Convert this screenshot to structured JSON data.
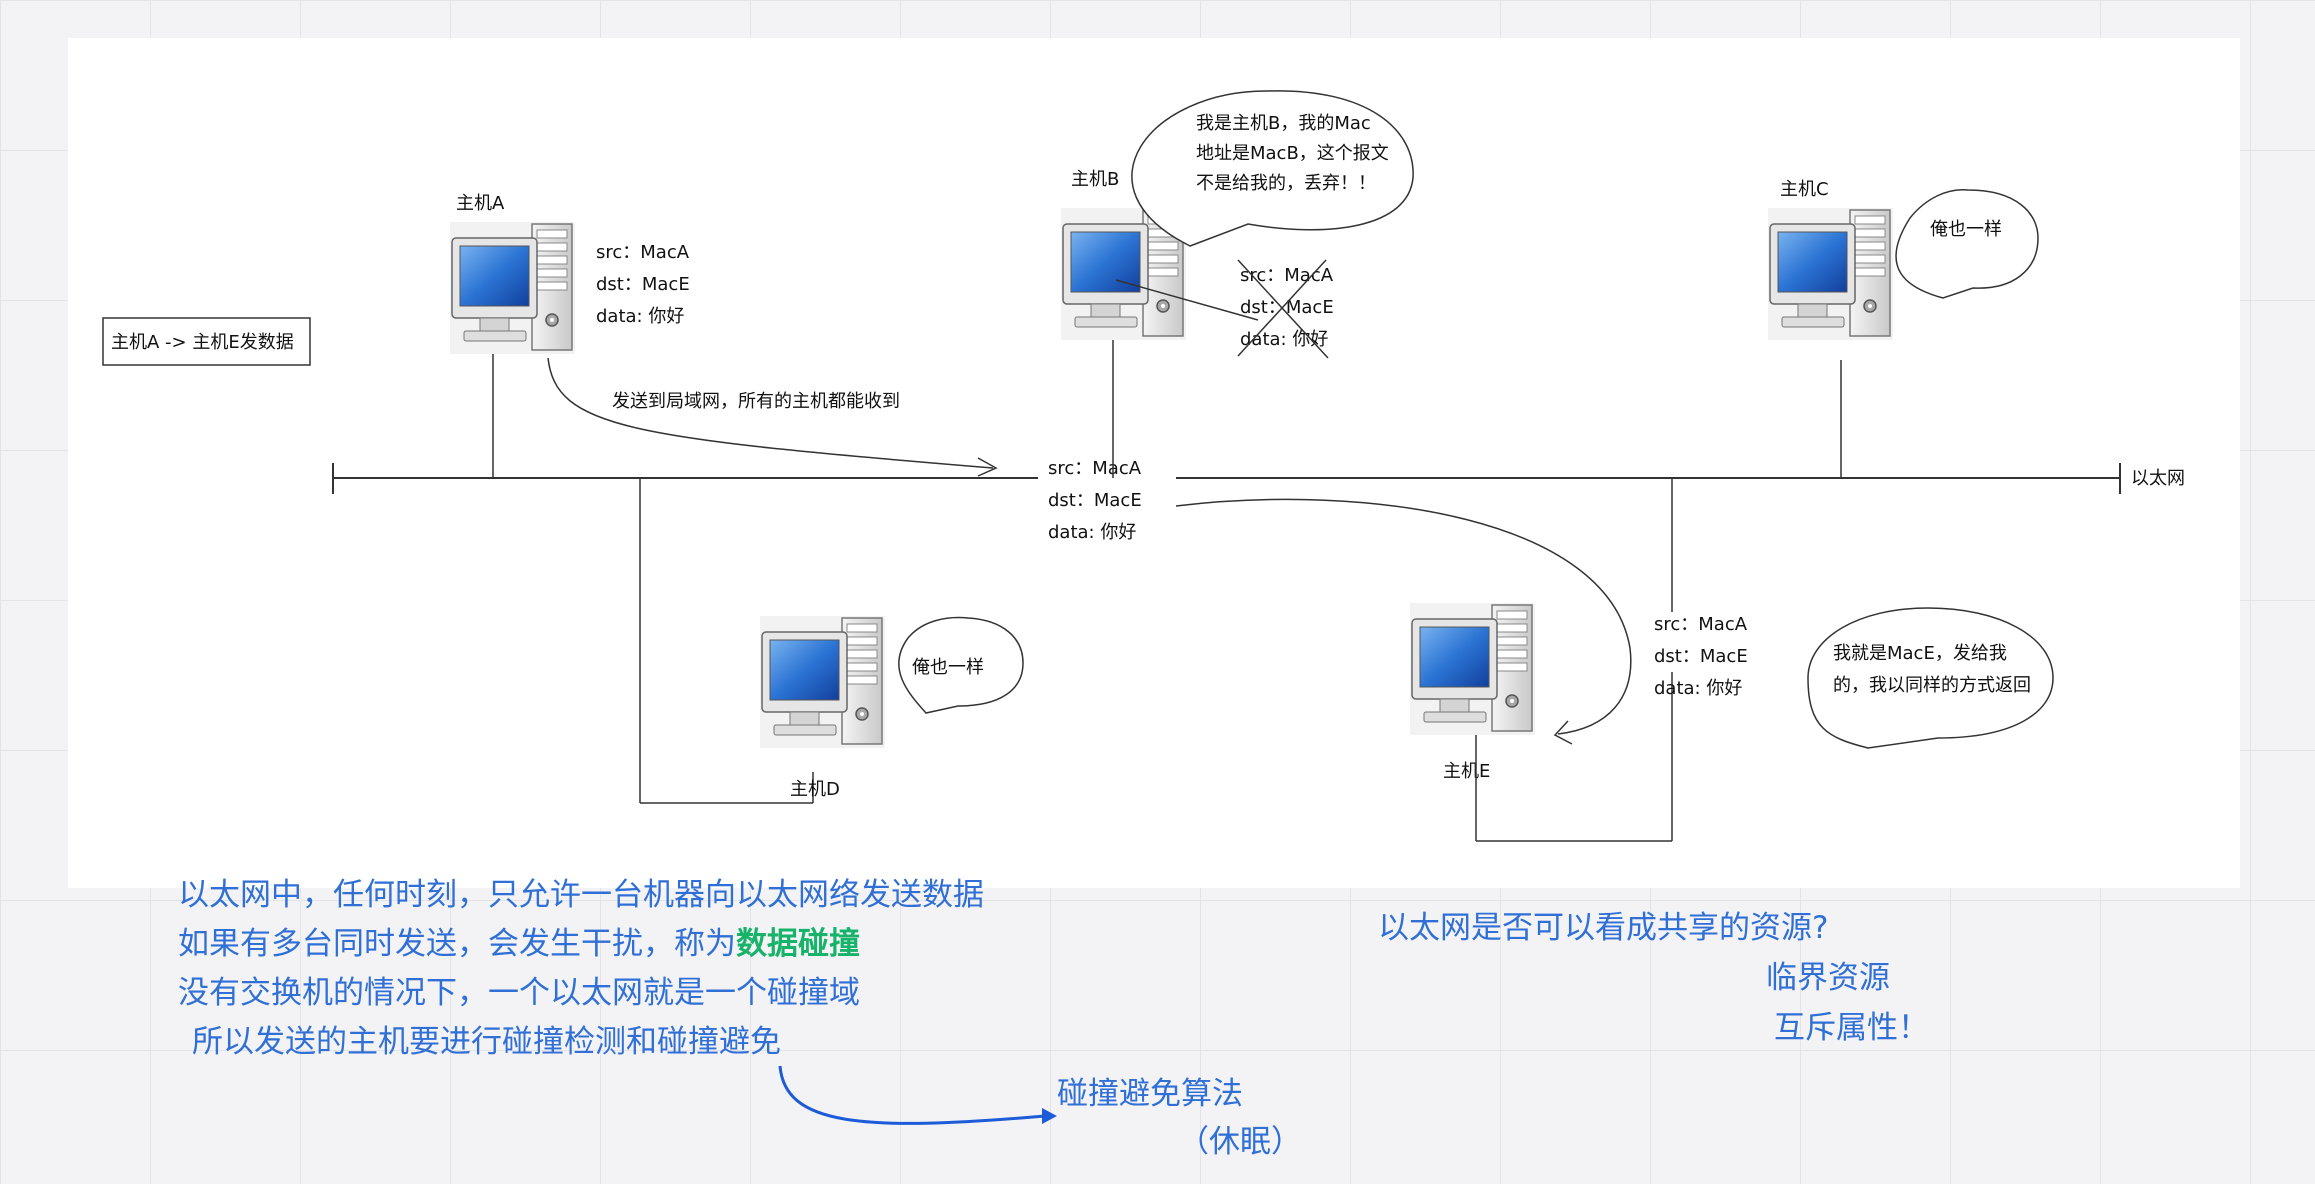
{
  "diagram": {
    "title_box": "主机A -> 主机E发数据",
    "ethernet_label": "以太网",
    "broadcast_label": "发送到局域网，所有的主机都能收到",
    "hosts": {
      "a": "主机A",
      "b": "主机B",
      "c": "主机C",
      "d": "主机D",
      "e": "主机E"
    },
    "frame": {
      "src": "src：MacA",
      "dst": "dst：MacE",
      "data": "data: 你好"
    },
    "bubbles": {
      "b": [
        "我是主机B，我的Mac",
        "地址是MacB，这个报文",
        "不是给我的，丢弃！！"
      ],
      "c": "俺也一样",
      "d": "俺也一样",
      "e": [
        "我就是MacE，发给我",
        "的，我以同样的方式返回"
      ]
    }
  },
  "notes": {
    "line1": "以太网中，任何时刻，只允许一台机器向以太网络发送数据",
    "line2_prefix": "如果有多台同时发送，会发生干扰，称为",
    "line2_highlight": "数据碰撞",
    "line3": "没有交换机的情况下，一个以太网就是一个碰撞域",
    "line4": "所以发送的主机要进行碰撞检测和碰撞避免",
    "algo": "碰撞避免算法",
    "sleep": "（休眠）",
    "question": "以太网是否可以看成共享的资源?",
    "critical": "临界资源",
    "mutex": "互斥属性！"
  },
  "colors": {
    "note_text": "#2f6fd6",
    "highlight": "#18b36a",
    "arrow": "#1e5bd8",
    "monitor_screen": "#1f64c4"
  }
}
